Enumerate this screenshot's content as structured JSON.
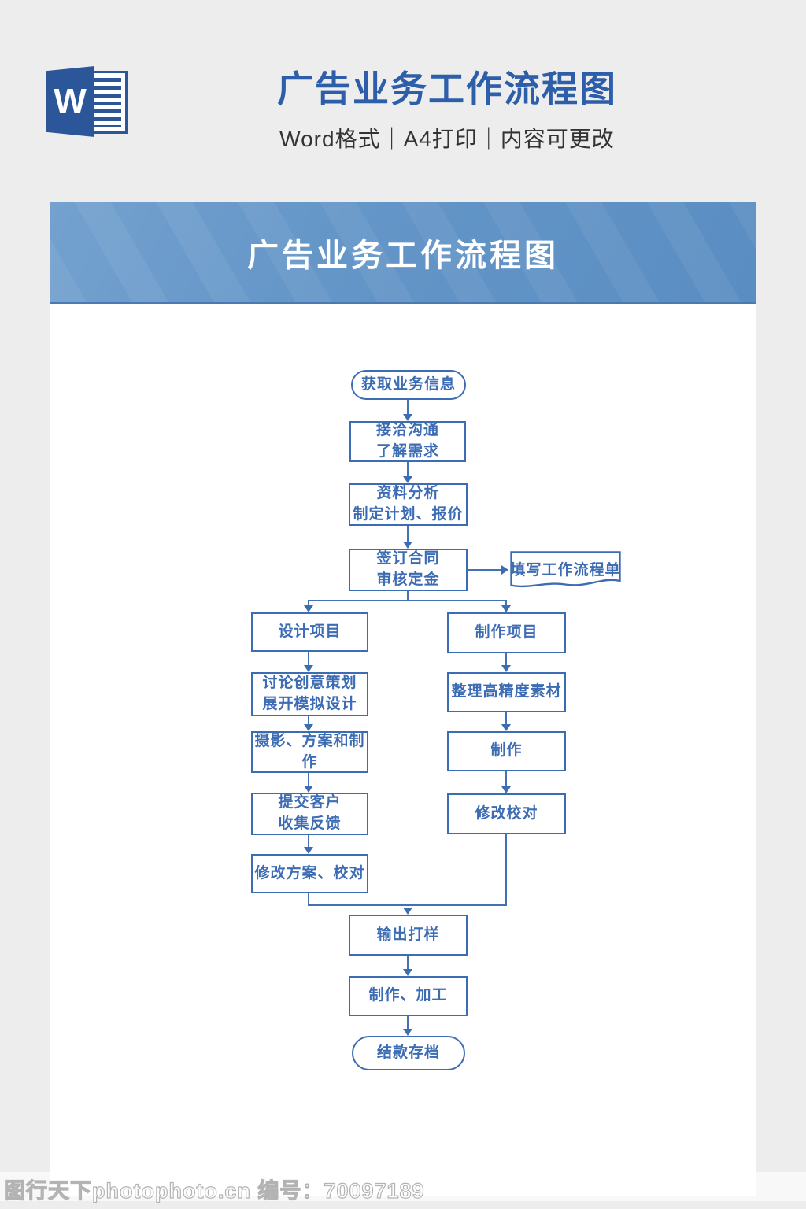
{
  "header": {
    "title": "广告业务工作流程图",
    "subtitle": "Word格式｜A4打印｜内容可更改",
    "word_icon_letter": "W"
  },
  "banner": {
    "title": "广告业务工作流程图"
  },
  "colors": {
    "page_background": "#ededed",
    "word_blue": "#2b579a",
    "header_title_blue": "#2c5ea9",
    "banner_blue": "#6496c8",
    "flow_blue": "#3c6cb4"
  },
  "flowchart": {
    "nodes": {
      "start": "获取业务信息",
      "contact": "接洽沟通\n了解需求",
      "analyze": "资料分析\n制定计划、报价",
      "contract": "签订合同\n审核定金",
      "worksheet": "填写工作流程单",
      "design_project": "设计项目",
      "produce_project": "制作项目",
      "discuss_ideas": "讨论创意策划\n展开模拟设计",
      "collect_material": "整理高精度素材",
      "photography": "摄影、方案和制作",
      "produce": "制作",
      "submit_client": "提交客户\n收集反馈",
      "revise_proof": "修改校对",
      "revise_plan": "修改方案、校对",
      "output_sample": "输出打样",
      "make_process": "制作、加工",
      "end": "结款存档"
    }
  },
  "footer": {
    "watermark": "图行天下photophoto.cn 编号：70097189"
  }
}
